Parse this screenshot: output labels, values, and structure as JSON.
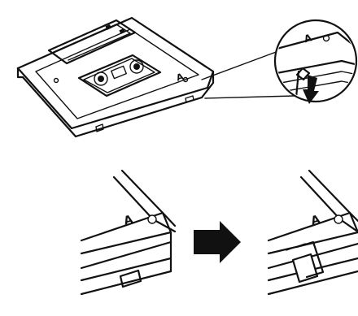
{
  "figure": {
    "top_callout_mark": "A",
    "cassette_label_mark": "A",
    "before_mark": "A",
    "after_mark": "A"
  },
  "arrows": {
    "insert_arrow_icon": "arrow-down-icon",
    "transition_arrow_icon": "arrow-right-icon"
  },
  "colors": {
    "ink": "#111111",
    "paper": "#ffffff"
  }
}
